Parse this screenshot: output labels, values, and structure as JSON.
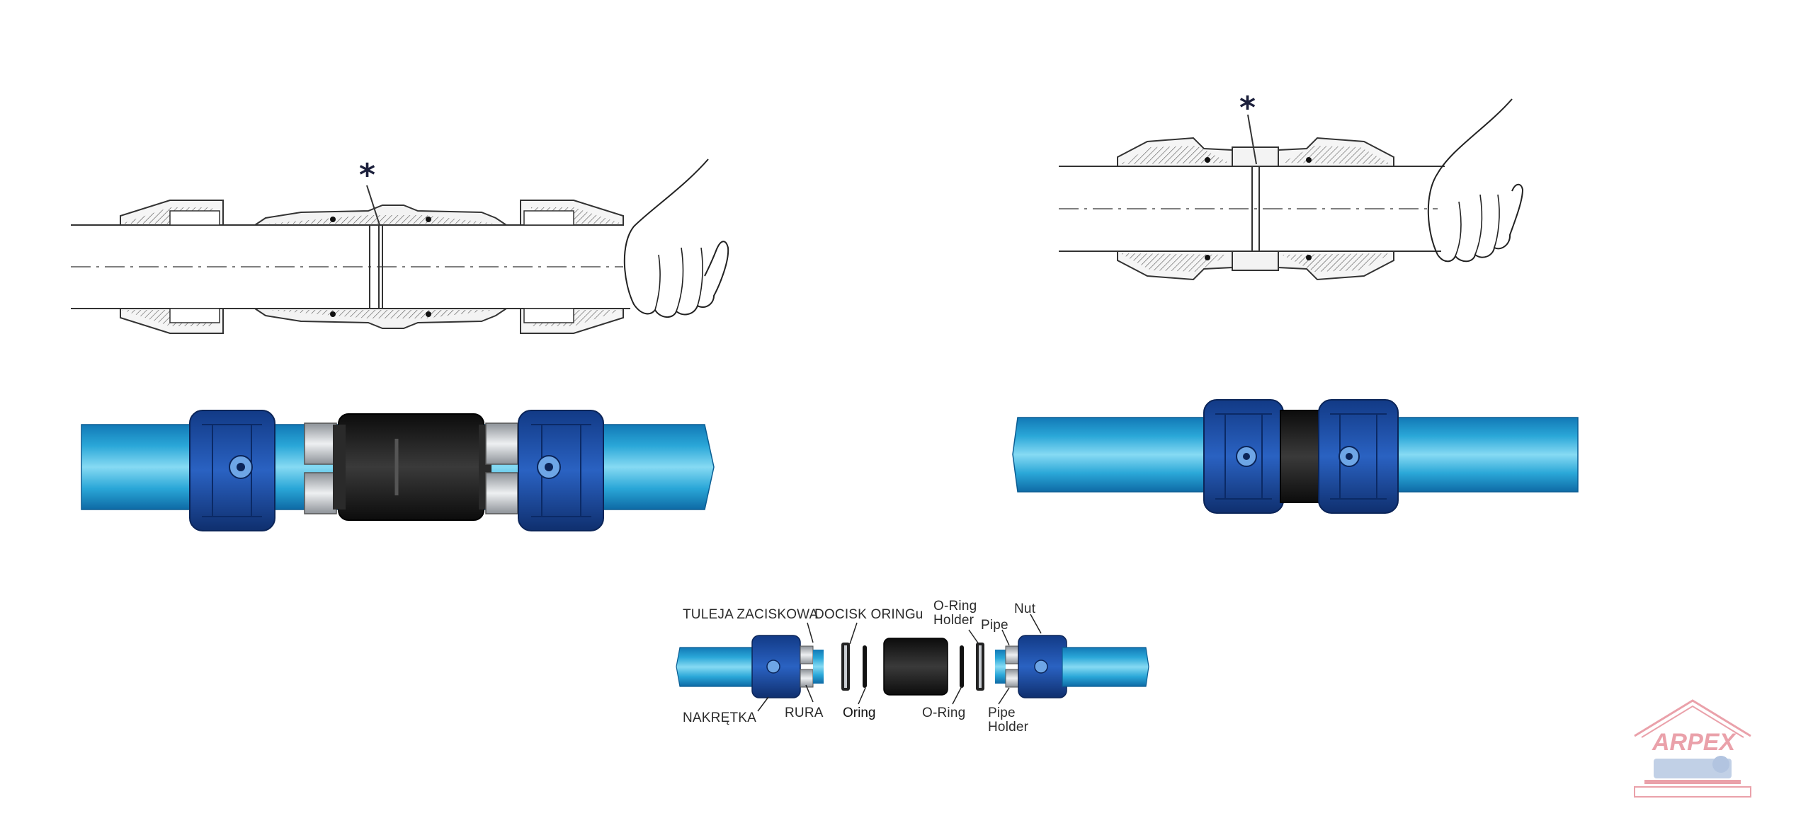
{
  "diagram": {
    "markers": {
      "asterisk": "*"
    },
    "labels": {
      "tuleja_zaciskowa": "TULEJA ZACISKOWA",
      "docisk_oringu": "DOCISK ORINGu",
      "o_ring_holder_1": "O-Ring",
      "o_ring_holder_2": "Holder",
      "pipe_top": "Pipe",
      "nut": "Nut",
      "nakretka": "NAKRĘTKA",
      "rura": "RURA",
      "oring": "Oring",
      "o_ring": "O-Ring",
      "pipe_holder_1": "Pipe",
      "pipe_holder_2": "Holder"
    },
    "colors": {
      "pipe": "#2aa7d8",
      "pipe_highlight": "#7fd4f0",
      "nut_blue": "#1d4fa6",
      "nut_dark": "#0f2f6e",
      "body_black": "#1a1a1a",
      "silver": "#c9cdd2",
      "line": "#333333",
      "logo": "#e58a95"
    }
  },
  "logo": {
    "text": "ARPEX"
  }
}
